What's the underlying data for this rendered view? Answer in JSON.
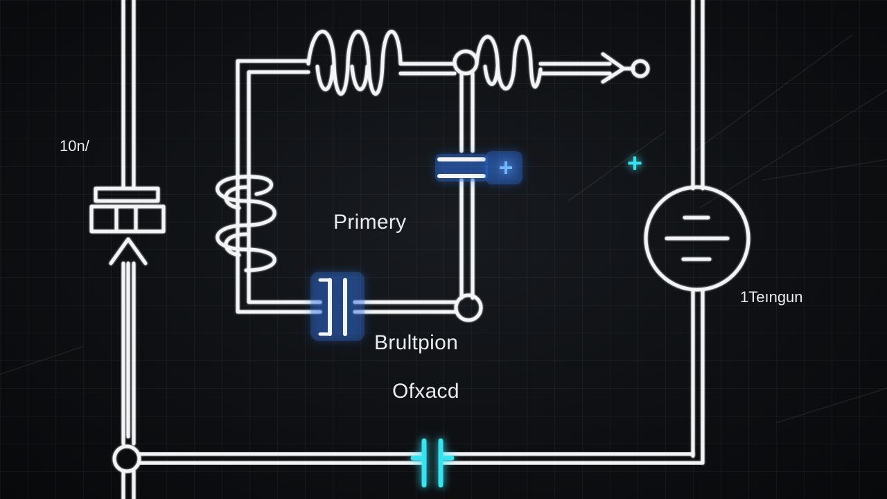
{
  "labels": {
    "left_value": "10n/",
    "primary": "Primery",
    "capacitor_label": "Brultpion",
    "bottom_label": "Ofxacd",
    "right_value": "1Teıngun"
  },
  "symbols": {
    "plus_glyph": "+"
  },
  "colors": {
    "wire": "#f2f4f5",
    "background": "#0b0d10",
    "accent_blue": "#3d8bff",
    "accent_cyan": "#37e3f0"
  }
}
